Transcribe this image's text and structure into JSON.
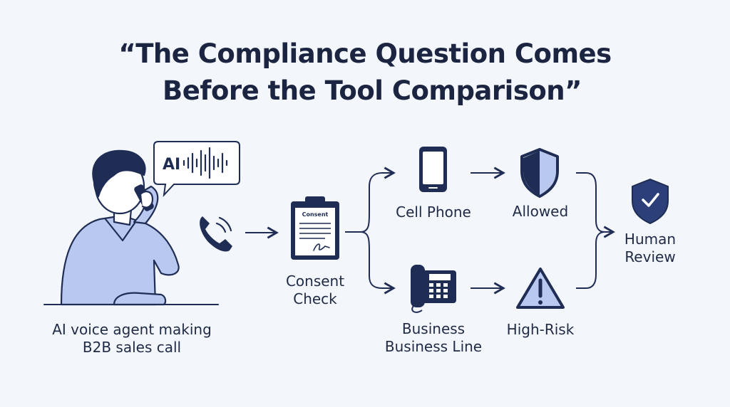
{
  "title": {
    "line1": "“The Compliance Question Comes",
    "line2": "Before the Tool Comparison”"
  },
  "agent": {
    "bubble_text": "AI",
    "caption_line1": "AI voice agent making",
    "caption_line2": "B2B sales call"
  },
  "consent": {
    "form_header": "Consent",
    "label_line1": "Consent",
    "label_line2": "Check"
  },
  "cell": {
    "label": "Cell Phone"
  },
  "business": {
    "label_line1": "Business",
    "label_line2": "Business Line"
  },
  "allowed": {
    "label": "Allowed"
  },
  "high_risk": {
    "label": "High-Risk"
  },
  "review": {
    "label_line1": "Human",
    "label_line2": "Review"
  },
  "colors": {
    "navy": "#1f2d55",
    "light_blue": "#b9c8ef",
    "background": "#f3f6fb"
  }
}
